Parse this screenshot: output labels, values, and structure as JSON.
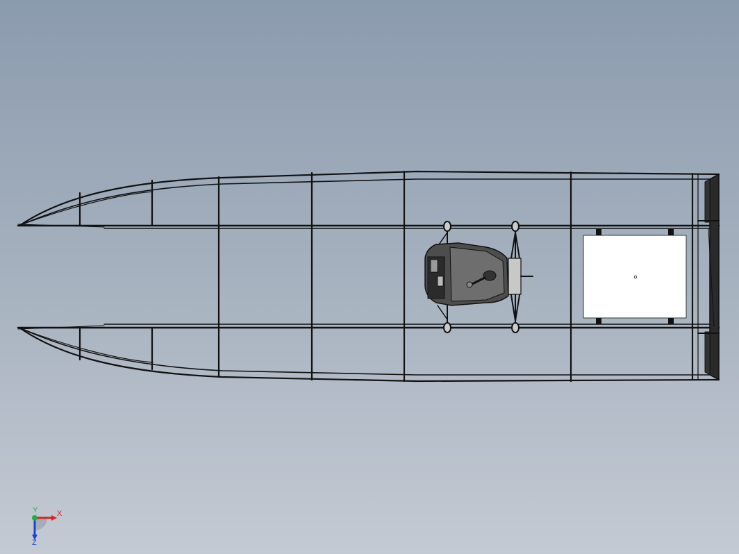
{
  "app": "CAD 3D viewport",
  "view": "top",
  "colors": {
    "background_top": "#8b9bae",
    "background_bottom": "#c4cad3",
    "frame": "#111111",
    "x_axis": "#e02020",
    "y_axis": "#20b040",
    "z_axis": "#2040d0",
    "panel": "#ffffff"
  },
  "triad": {
    "x_label": "X",
    "y_label": "Y",
    "z_label": "Z"
  }
}
